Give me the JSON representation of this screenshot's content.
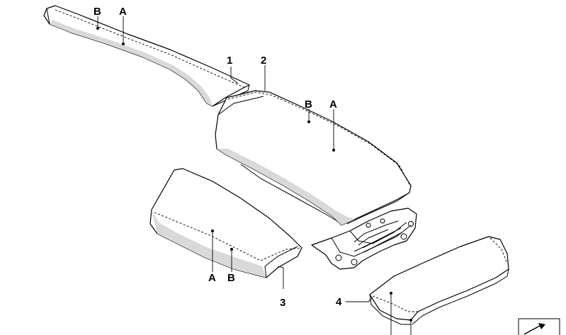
{
  "diagram": {
    "callouts": [
      {
        "id": "part-1",
        "text": "1"
      },
      {
        "id": "part-2",
        "text": "2"
      },
      {
        "id": "part-3",
        "text": "3"
      },
      {
        "id": "part-4",
        "text": "4"
      },
      {
        "id": "strip-b",
        "text": "B"
      },
      {
        "id": "strip-a",
        "text": "A"
      },
      {
        "id": "lid-b",
        "text": "B"
      },
      {
        "id": "lid-a",
        "text": "A"
      },
      {
        "id": "pad3-a",
        "text": "A"
      },
      {
        "id": "pad3-b",
        "text": "B"
      }
    ]
  }
}
